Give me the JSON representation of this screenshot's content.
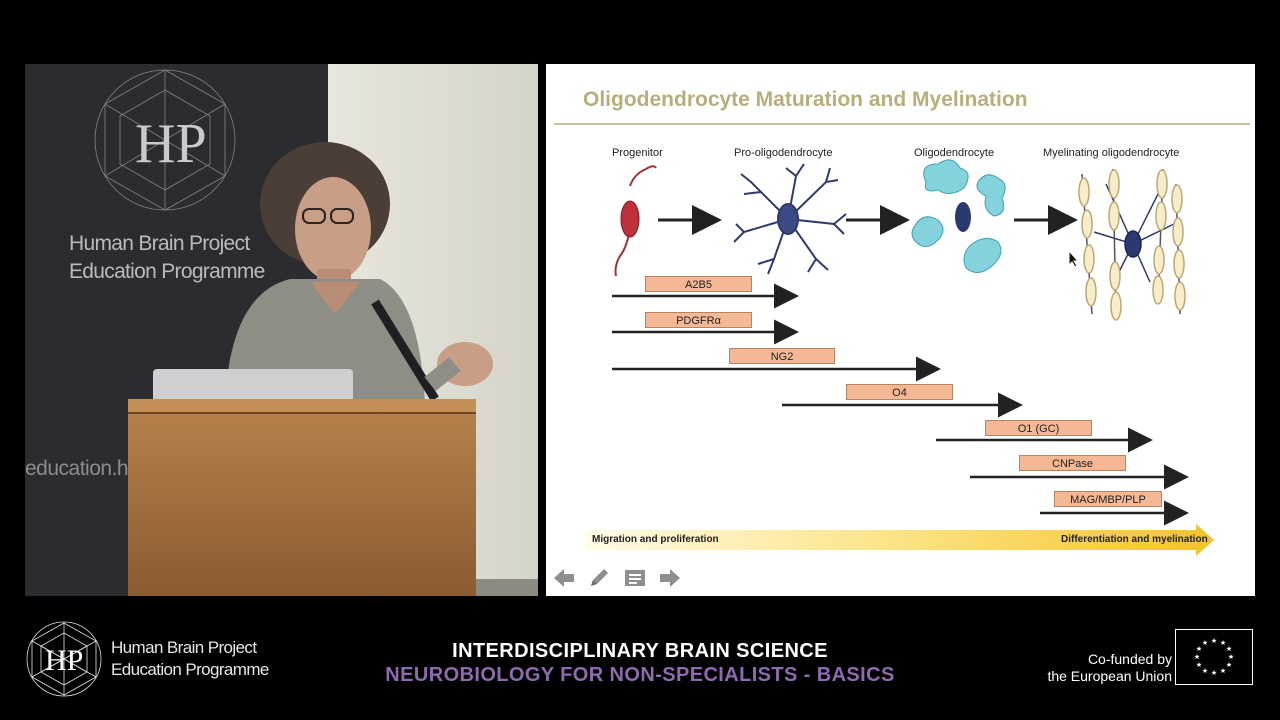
{
  "video": {
    "banner_title_line1": "Human Brain Project",
    "banner_title_line2": "Education Programme",
    "banner_url": "education.h"
  },
  "slide": {
    "title": "Oligodendrocyte Maturation and Myelination",
    "stages": [
      "Progenitor",
      "Pro-oligodendrocyte",
      "Oligodendrocyte",
      "Myelinating oligodendrocyte"
    ],
    "markers": [
      "A2B5",
      "PDGFRα",
      "NG2",
      "O4",
      "O1 (GC)",
      "CNPase",
      "MAG/MBP/PLP"
    ],
    "bar_left": "Migration and proliferation",
    "bar_right": "Differentiation and myelination",
    "colors": {
      "title": "#b9ad7c",
      "marker_fill": "#f5b894",
      "progenitor": "#c0303a",
      "cell_blue": "#2b3a6e",
      "oligo_cyan": "#7fd3dc",
      "myelin": "#f7edc6",
      "bar": "#f2c32a"
    }
  },
  "controls": {
    "prev": "arrow-left-icon",
    "pen": "pencil-icon",
    "notes": "notes-icon",
    "next": "arrow-right-icon"
  },
  "footer": {
    "org_line1": "Human Brain Project",
    "org_line2": "Education Programme",
    "course_title": "INTERDISCIPLINARY BRAIN SCIENCE",
    "course_subtitle": "NEUROBIOLOGY FOR NON-SPECIALISTS - BASICS",
    "cofund_line1": "Co-funded by",
    "cofund_line2": "the European Union"
  }
}
